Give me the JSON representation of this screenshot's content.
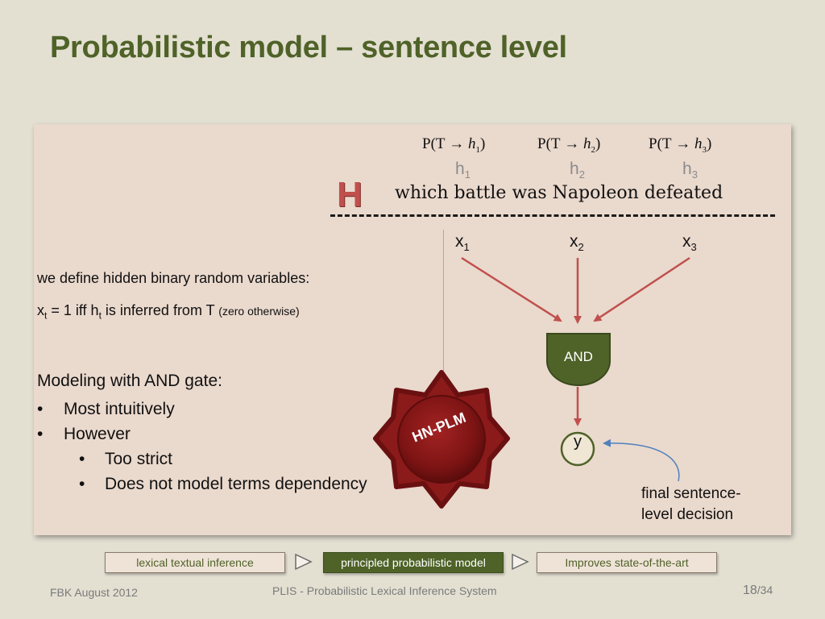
{
  "slide": {
    "title": "Probabilistic model – sentence level"
  },
  "hypothesis": {
    "probs": [
      {
        "pre": "P(T",
        "arrow": "→",
        "h": "h",
        "sub": "1",
        "post": ")"
      },
      {
        "pre": "P(T",
        "arrow": "→",
        "h": "h",
        "sub": "2",
        "post": ")"
      },
      {
        "pre": "P(T",
        "arrow": "→",
        "h": "h",
        "sub": "3",
        "post": ")"
      }
    ],
    "h_labels": [
      {
        "base": "h",
        "sub": "1"
      },
      {
        "base": "h",
        "sub": "2"
      },
      {
        "base": "h",
        "sub": "3"
      }
    ],
    "letter": "H",
    "sentence": "which battle was Napoleon defeated",
    "x_labels": [
      {
        "base": "x",
        "sub": "1"
      },
      {
        "base": "x",
        "sub": "2"
      },
      {
        "base": "x",
        "sub": "3"
      }
    ]
  },
  "definitions": {
    "line1": "we define hidden binary random variables:",
    "line2_x": "x",
    "line2_xsub": "t",
    "line2_mid": " = 1 iff h",
    "line2_hsub": "t",
    "line2_end": " is inferred from T ",
    "line2_note": "(zero otherwise)"
  },
  "modeling": {
    "heading": "Modeling with AND gate:",
    "bullets": [
      {
        "level": 1,
        "marker": "•",
        "text": "Most intuitively"
      },
      {
        "level": 1,
        "marker": "•",
        "text": "However"
      },
      {
        "level": 2,
        "marker": "•",
        "text": "Too strict"
      },
      {
        "level": 2,
        "marker": "•",
        "text": "Does not model terms dependency"
      }
    ]
  },
  "diagram": {
    "gate_label": "AND",
    "output_label": "y",
    "seal_text": "HN-PLM",
    "final_note_line1": "final sentence-",
    "final_note_line2": "level decision"
  },
  "flow": {
    "steps": [
      "lexical textual inference",
      "principled probabilistic model",
      "Improves state-of-the-art"
    ],
    "active_index": 1
  },
  "footer": {
    "left": "FBK August 2012",
    "center": "PLIS - Probabilistic Lexical Inference System",
    "page_current": "18",
    "page_total": "/34"
  },
  "colors": {
    "title": "#4f6228",
    "gate": "#4f6228",
    "arrows": "#c0504d",
    "seal": "#8b1a1a",
    "panel": "#ead9cd",
    "background": "#e3e0d2"
  }
}
